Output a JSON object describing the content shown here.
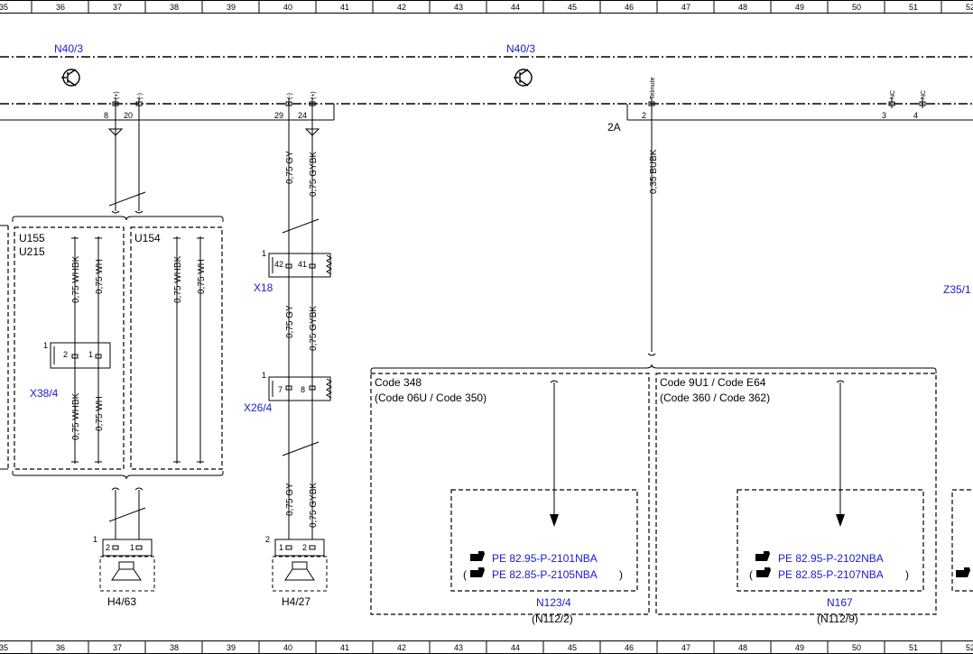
{
  "ruler": {
    "top": [
      "35",
      "36",
      "37",
      "38",
      "39",
      "40",
      "41",
      "42",
      "43",
      "44",
      "45",
      "46",
      "47",
      "48",
      "49",
      "50",
      "51",
      "52"
    ],
    "bottom": [
      "35",
      "36",
      "37",
      "38",
      "39",
      "40",
      "41",
      "42",
      "43",
      "44",
      "45",
      "46",
      "47",
      "48",
      "49",
      "50",
      "51",
      "52"
    ]
  },
  "components": {
    "n40_left": "N40/3",
    "n40_right": "N40/3",
    "x18": "X18",
    "x26": "X26/4",
    "x38": "X38/4",
    "h463": "H4/63",
    "h427": "H4/27",
    "z35": "Z35/1",
    "u155": "U155",
    "u215": "U215",
    "u154": "U154",
    "n123": "N123/4",
    "n112_2": "(N112/2)",
    "n167": "N167",
    "n112_9": "(N112/9)"
  },
  "pins": {
    "p8": "8",
    "p20": "20",
    "p29": "29",
    "p24": "24",
    "p2": "2",
    "p3": "3",
    "p4": "4",
    "p2a": "2A",
    "x18_num": "1",
    "x18_a": "42",
    "x18_b": "41",
    "x26_num": "1",
    "x26_a": "7",
    "x26_b": "8",
    "x38_num": "1",
    "x38_a": "2",
    "x38_b": "1",
    "h463_num": "1",
    "h463_a": "2",
    "h463_b": "1",
    "h427_num": "2",
    "h427_a": "1",
    "h427_b": "2"
  },
  "pin_labels": {
    "plus": "(+)",
    "minus": "(-)",
    "telmute": "Telmute",
    "nc": "NC"
  },
  "wires": {
    "gy": "0,75 GY",
    "gybk": "0,75 GYBK",
    "whbk": "0,75 WHBK",
    "wh": "0,75 WH",
    "bubk": "0,35 BUBK"
  },
  "codes": {
    "left_line1": "Code 348",
    "left_line2": "(Code 06U  /  Code 350)",
    "right_line1": "Code 9U1   /  Code E64",
    "right_line2": "(Code 360  /  Code 362)"
  },
  "refs": {
    "left_1": "PE 82.95-P-2101NBA",
    "left_2": "PE 82.85-P-2105NBA",
    "right_1": "PE 82.95-P-2102NBA",
    "right_2": "PE 82.85-P-2107NBA",
    "paren_open": "(",
    "paren_close": ")",
    "ref_icon": "hand-pointer-icon"
  }
}
